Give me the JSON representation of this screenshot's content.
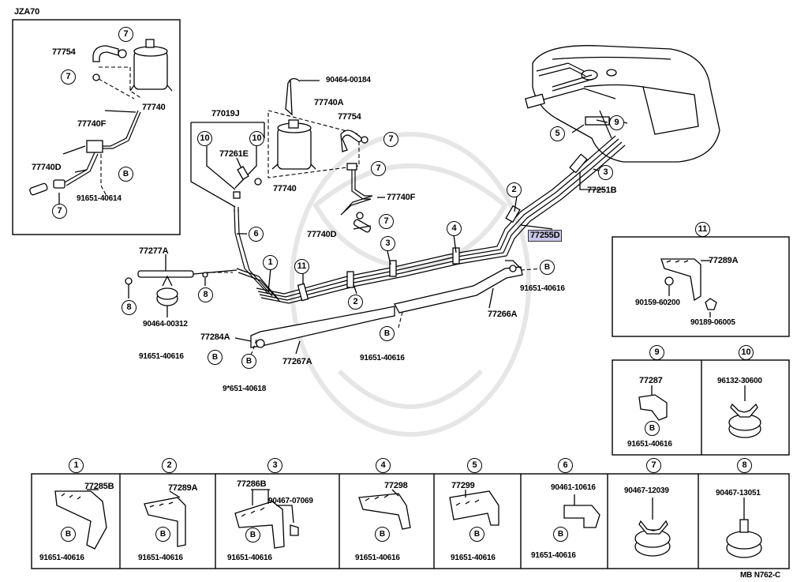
{
  "model": "JZA70",
  "code": "MB  N762-C",
  "highlight": "77255D",
  "labels": {
    "p77754a": "77754",
    "p77740a": "77740",
    "p77740f_a": "77740F",
    "p77740d_a": "77740D",
    "p91651_40614": "91651-40614",
    "p77019j": "77019J",
    "p77261e": "77261E",
    "p90464_00184": "90464-00184",
    "p77740a_b": "77740A",
    "p77754b": "77754",
    "p77740b": "77740",
    "p77740f_b": "77740F",
    "p77740d_b": "77740D",
    "p77277a": "77277A",
    "p90464_00312": "90464-00312",
    "p77284a": "77284A",
    "p91651_40616_a": "91651-40616",
    "p9651_40618": "9*651-40618",
    "p77267a": "77267A",
    "p91651_40616_b": "91651-40616",
    "p91651_40616_c": "91651-40616",
    "p77266a": "77266A",
    "p77251b": "77251B",
    "d11_part": "77289A",
    "d11_b1": "90159-60200",
    "d11_b2": "90189-06005",
    "d9_part": "77287",
    "d9_bolt": "91651-40616",
    "d10_part": "96132-30600",
    "b1_part": "77285B",
    "b1_bolt": "91651-40616",
    "b2_part": "77289A",
    "b2_bolt": "91651-40616",
    "b3_part": "77286B",
    "b3_sub": "90467-07069",
    "b3_bolt": "91651-40616",
    "b4_part": "77298",
    "b4_bolt": "91651-40616",
    "b5_part": "77299",
    "b5_bolt": "91651-40616",
    "b6_part": "90461-10616",
    "b6_bolt": "91651-40616",
    "b7_part": "90467-12039",
    "b8_part": "90467-13051"
  },
  "callouts": {
    "c1": "1",
    "c2": "2",
    "c3": "3",
    "c4": "4",
    "c5": "5",
    "c6": "6",
    "c7": "7",
    "c8": "8",
    "c9": "9",
    "c10": "10",
    "c11": "11",
    "b": "B"
  }
}
